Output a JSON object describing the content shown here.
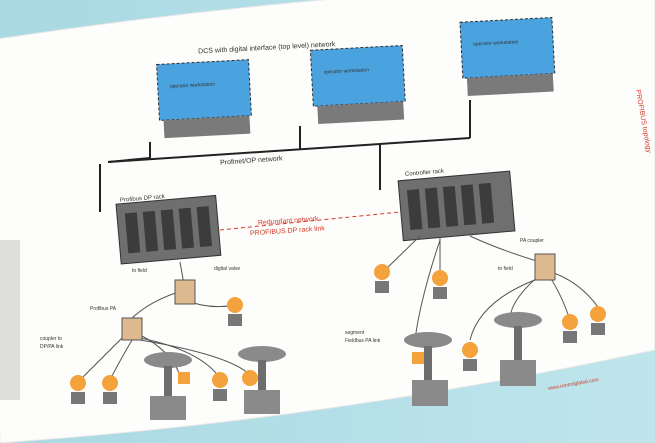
{
  "diagram": {
    "top_caption": "DCS with digital interface (top level) network",
    "workstations": [
      {
        "label": "operator workstation"
      },
      {
        "label": "operator workstation"
      },
      {
        "label": "operator workstation"
      }
    ],
    "network_label": "Profinet/OP network",
    "left_rack_label": "Profibus DP rack",
    "right_rack_label": "Controller rack",
    "center_note_line1": "Redundant network",
    "center_note_line2": "PROFIBUS DP rack link",
    "left_notes": [
      "to field",
      "digital valve",
      "Profibus PA",
      "coupler to",
      "DP/PA link"
    ],
    "right_notes": [
      "PA coupler",
      "to field",
      "segment",
      "Fieldbus PA link"
    ],
    "side_text": "PROFIBUS topology",
    "bottom_text": "www.controlglobal.com",
    "colors": {
      "background": "#a9d9e3",
      "paper": "#fdfdfb",
      "workstation_screen": "#4aa3df",
      "rack": "#6f6f6f",
      "field_device": "#f3a23c",
      "coupler": "#ddb98f",
      "red_text": "#d33a2a"
    }
  }
}
